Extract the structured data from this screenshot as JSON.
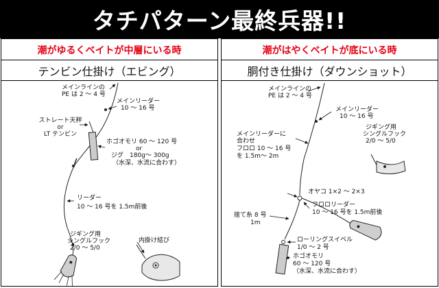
{
  "header": {
    "title": "タチパターン最終兵器!!"
  },
  "left": {
    "condition": "潮がゆるくベイトが中層にいる時",
    "method": "テンビン仕掛け（エビング）",
    "labels": {
      "mainline_1": "メインラインの",
      "mainline_2": "PE は 2 ～ 4 号",
      "leader_main_1": "メインリーダー",
      "leader_main_2": "10 ～ 16 号",
      "tenbin_1": "ストレート天秤",
      "tenbin_2": "or",
      "tenbin_3": "LT テンビン",
      "weight_1": "ホゴオモリ 60 ～ 120 号",
      "weight_2": "or",
      "weight_3": "ジグ　180g～ 300g",
      "weight_4": "（水深、水流に合わす）",
      "leader_1": "リーダー",
      "leader_2": "10 ～ 16 号を 1.5m前後",
      "hook_1": "ジギング用",
      "hook_2": "シングルフック",
      "hook_3": "2/0 ～ 5/0",
      "knot": "内掛け結び"
    }
  },
  "right": {
    "condition": "潮がはやくベイトが底にいる時",
    "method": "胴付き仕掛け（ダウンショット）",
    "labels": {
      "mainline_1": "メインラインの",
      "mainline_2": "PE は 2 ～ 4 号",
      "leader_main_1": "メインリーダー",
      "leader_main_2": "10 ～ 16 号",
      "hook_1": "ジギング用",
      "hook_2": "シングルフック",
      "hook_3": "2/0 ～ 5/0",
      "combo_1": "メインリーダーに",
      "combo_2": "合わせ",
      "combo_3": "フロロ 10 ～ 16 号",
      "combo_4": "を 1.5m～ 2m",
      "swivel3": "オヤコ 1×2 ～ 2×3",
      "sute_1": "捨て糸 8 号",
      "sute_2": "1m",
      "fluoro_1": "フロロリーダー",
      "fluoro_2": "10 ～ 16 号を 1.5m前後",
      "rolling_1": "ローリングスイベル",
      "rolling_2": "1/0 ～ 2 号",
      "weight_1": "ホゴオモリ",
      "weight_2": "60 ～ 120 号",
      "weight_3": "（水深、水流に合わす）"
    }
  }
}
